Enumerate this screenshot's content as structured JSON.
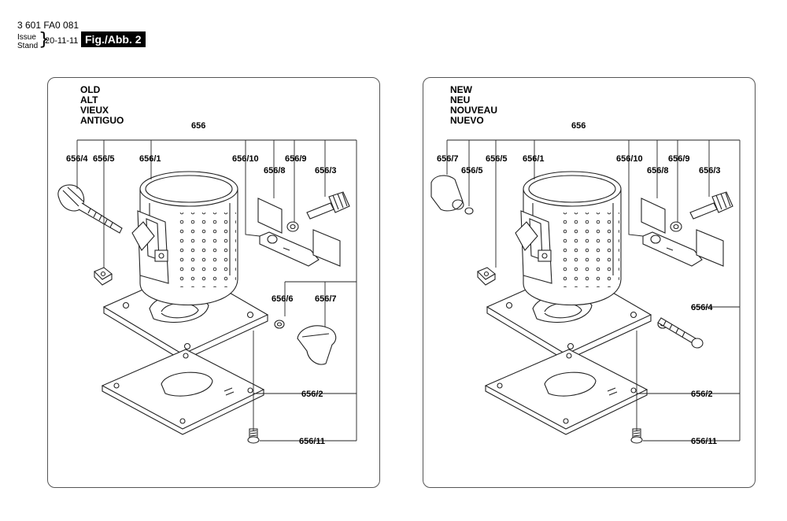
{
  "header": {
    "doc_code": "3 601 FA0 081",
    "issue_label": "Issue",
    "stand_label": "Stand",
    "date": "20-11-11",
    "figure_label": "Fig./Abb. 2"
  },
  "old_panel": {
    "variant_names": [
      "OLD",
      "ALT",
      "VIEUX",
      "ANTIGUO"
    ],
    "group_label": "656",
    "parts": {
      "p656_4": "656/4",
      "p656_5": "656/5",
      "p656_1": "656/1",
      "p656_10": "656/10",
      "p656_8": "656/8",
      "p656_9": "656/9",
      "p656_3": "656/3",
      "p656_6": "656/6",
      "p656_7": "656/7",
      "p656_2": "656/2",
      "p656_11": "656/11"
    }
  },
  "new_panel": {
    "variant_names": [
      "NEW",
      "NEU",
      "NOUVEAU",
      "NUEVO"
    ],
    "group_label": "656",
    "parts": {
      "p656_7": "656/7",
      "p656_5": "656/5",
      "p656_1": "656/1",
      "p656_10": "656/10",
      "p656_8": "656/8",
      "p656_9": "656/9",
      "p656_3": "656/3",
      "p656_4": "656/4",
      "p656_2": "656/2",
      "p656_11": "656/11"
    }
  }
}
